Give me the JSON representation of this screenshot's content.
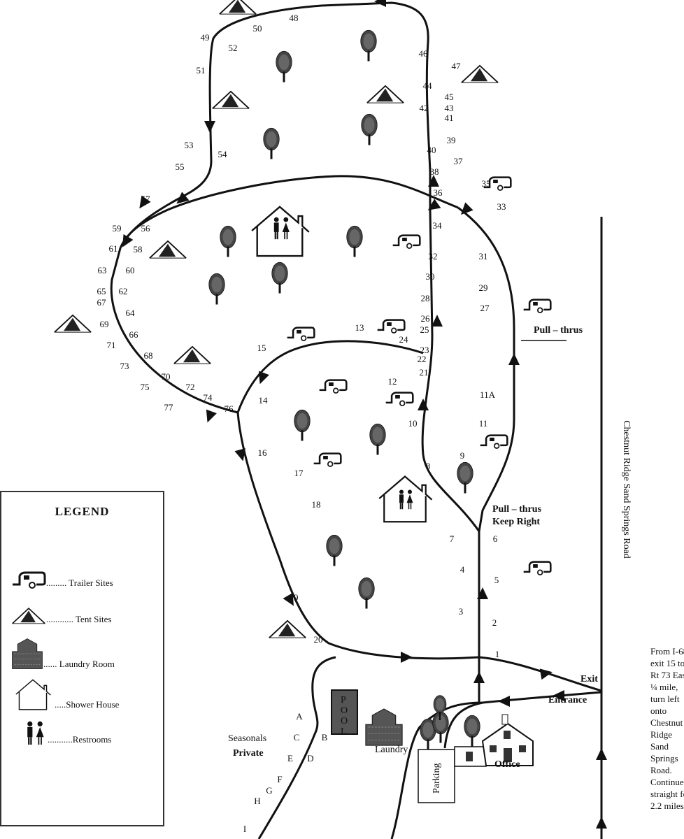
{
  "map": {
    "sites": [
      "48",
      "50",
      "49",
      "52",
      "51",
      "46",
      "47",
      "44",
      "45",
      "43",
      "42",
      "41",
      "39",
      "40",
      "37",
      "53",
      "54",
      "55",
      "38",
      "35",
      "36",
      "33",
      "57",
      "34",
      "59",
      "56",
      "61",
      "58",
      "32",
      "31",
      "63",
      "60",
      "30",
      "29",
      "65",
      "62",
      "67",
      "28",
      "27",
      "64",
      "26",
      "69",
      "66",
      "25",
      "24",
      "23",
      "71",
      "13",
      "68",
      "73",
      "22",
      "21",
      "15",
      "70",
      "72",
      "75",
      "12",
      "11A",
      "14",
      "74",
      "76",
      "77",
      "11",
      "10",
      "16",
      "9",
      "8",
      "17",
      "18",
      "7",
      "6",
      "4",
      "5",
      "19",
      "3",
      "2",
      "20",
      "1"
    ],
    "seasonal_sites": [
      "A",
      "B",
      "C",
      "D",
      "E",
      "F",
      "G",
      "H",
      "I"
    ],
    "labels": {
      "pull_thrus": "Pull – thrus",
      "pull_thrus_2": "Pull – thrus",
      "keep_right": "Keep Right",
      "exit": "Exit",
      "entrance": "Entrance",
      "seasonals": "Seasonals",
      "private": "Private",
      "laundry": "Laundry",
      "office": "Office",
      "parking": "Parking",
      "pool": [
        "P",
        "O",
        "O",
        "L"
      ],
      "road_name": "Chestnut Ridge Sand Springs Road"
    },
    "directions": "From I-68 exit 15 to Rt 73 East ¼ mile, turn left onto Chestnut Ridge Sand Springs Road. Continue straight for 2.2 miles"
  },
  "legend": {
    "title": "LEGEND",
    "items": [
      {
        "icon": "trailer-icon",
        "label": "......... Trailer Sites"
      },
      {
        "icon": "tent-icon",
        "label": "............ Tent Sites"
      },
      {
        "icon": "laundry-room-icon",
        "label": "...... Laundry Room"
      },
      {
        "icon": "shower-house-icon",
        "label": ".....Shower House"
      },
      {
        "icon": "restrooms-icon",
        "label": "...........Restrooms"
      }
    ]
  }
}
